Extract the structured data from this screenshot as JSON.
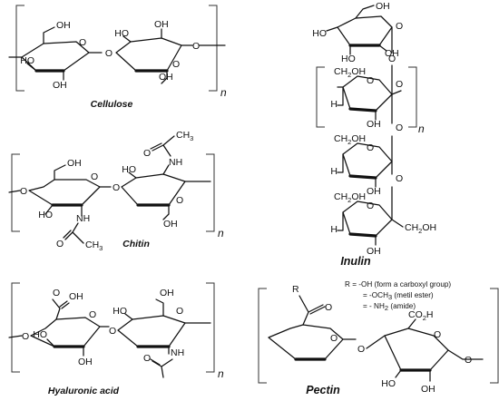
{
  "captions": {
    "cellulose": "Cellulose",
    "chitin": "Chitin",
    "inulin": "Inulin",
    "hyaluronic": "Hyaluronic acid",
    "pectin": "Pectin"
  },
  "repeat_index": "n",
  "atoms": {
    "oh": "OH",
    "ho": "HO",
    "o": "O",
    "nh": "NH",
    "h": "H",
    "r": "R",
    "ch2oh_left": "CH",
    "ch2oh_right": "CH",
    "sub2": "2",
    "sub3": "3",
    "tail_oh": "OH",
    "ch3": "CH",
    "co2h": "CO",
    "h_suffix": "H"
  },
  "pectin_notes": {
    "line1": "R = -OH (form a carboxyl group)",
    "line2_prefix": "= -OCH",
    "line2_suffix": " (metil ester)",
    "line3_prefix": "= - NH",
    "line3_suffix": " (amide)"
  }
}
